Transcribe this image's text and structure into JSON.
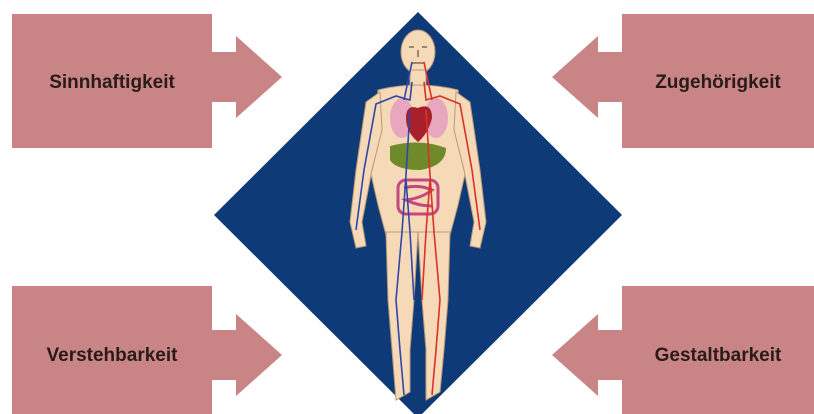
{
  "diagram": {
    "boxes": {
      "top_left": {
        "label": "Sinnhaftigkeit"
      },
      "top_right": {
        "label": "Zugehörigkeit"
      },
      "bottom_left": {
        "label": "Verstehbarkeit"
      },
      "bottom_right": {
        "label": "Gestaltbarkeit"
      }
    },
    "colors": {
      "box_fill": "#c98585",
      "diamond_fill": "#0f3a78",
      "skin": "#f6d9b6",
      "artery": "#d8322a",
      "vein": "#3046a8",
      "lungs": "#e9a7bf",
      "heart": "#a8202a",
      "liver": "#6f8a2b",
      "intestine": "#c4477f",
      "label_text": "#2a1a1a"
    },
    "center_image": {
      "icon": "human-anatomy-figure-icon"
    }
  }
}
